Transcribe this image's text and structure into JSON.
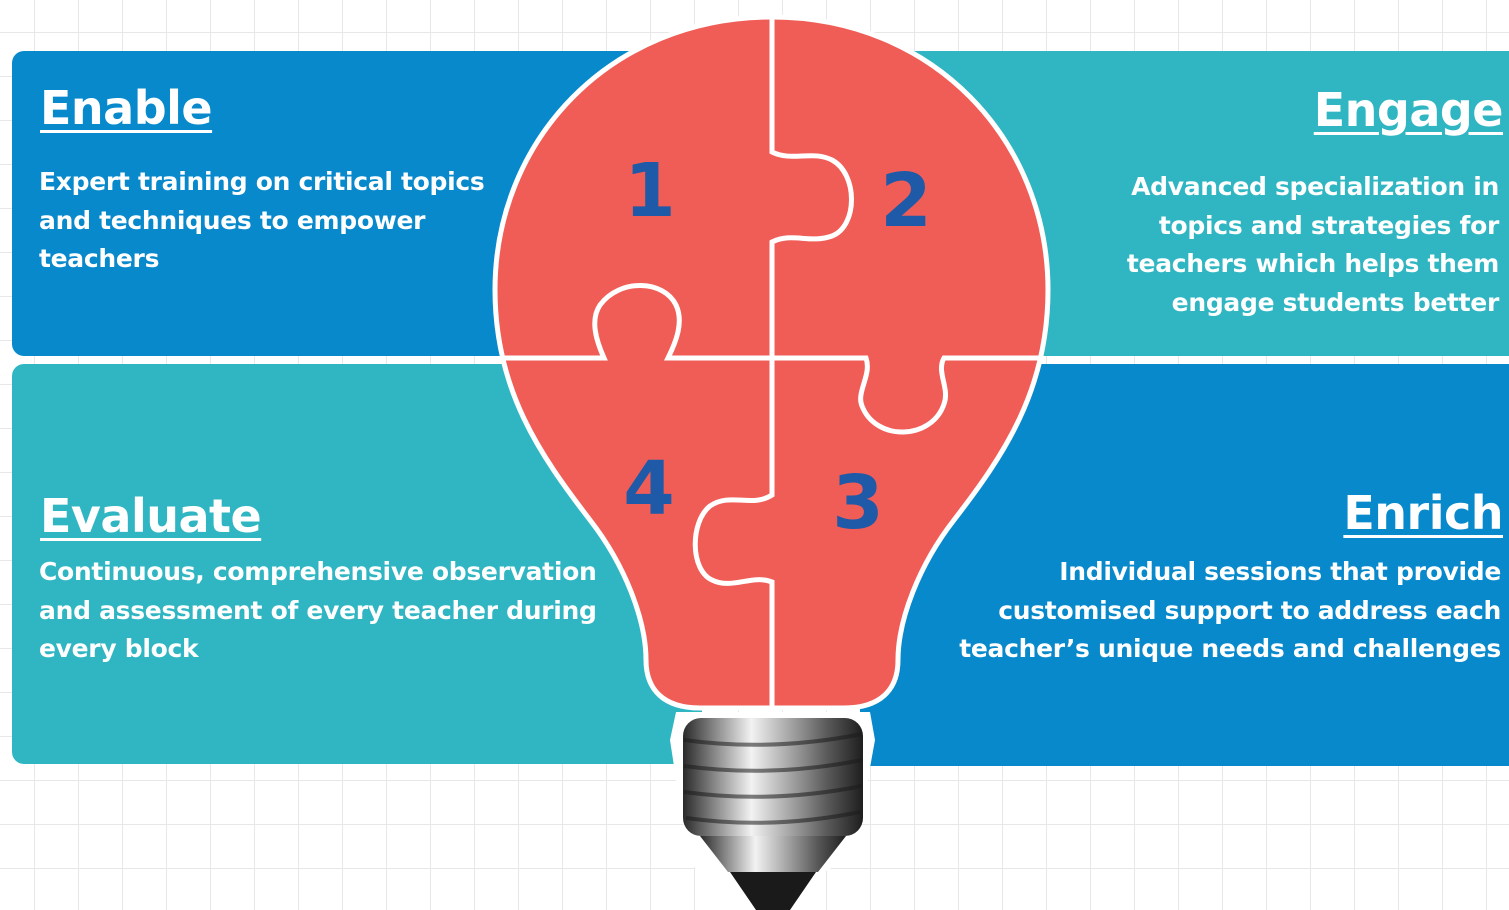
{
  "enable": {
    "title": "Enable",
    "text": "Expert training on critical topics and techniques to empower teachers"
  },
  "engage": {
    "title": "Engage",
    "text": "Advanced specialization in topics and strategies for teachers which helps them engage students better"
  },
  "evaluate": {
    "title": "Evaluate",
    "text": "Continuous, comprehensive observation and assessment of every teacher during every block"
  },
  "enrich": {
    "title": "Enrich",
    "text": "Individual sessions that provide customised support to address each teacher’s unique needs and challenges"
  },
  "puzzle": {
    "n1": "1",
    "n2": "2",
    "n3": "3",
    "n4": "4"
  },
  "colors": {
    "blue": "#0789cb",
    "teal": "#2fb6c2",
    "bulb": "#f05d57",
    "number": "#1f5aa8"
  },
  "icons": [
    "lightbulb-icon",
    "puzzle-piece-icon"
  ]
}
